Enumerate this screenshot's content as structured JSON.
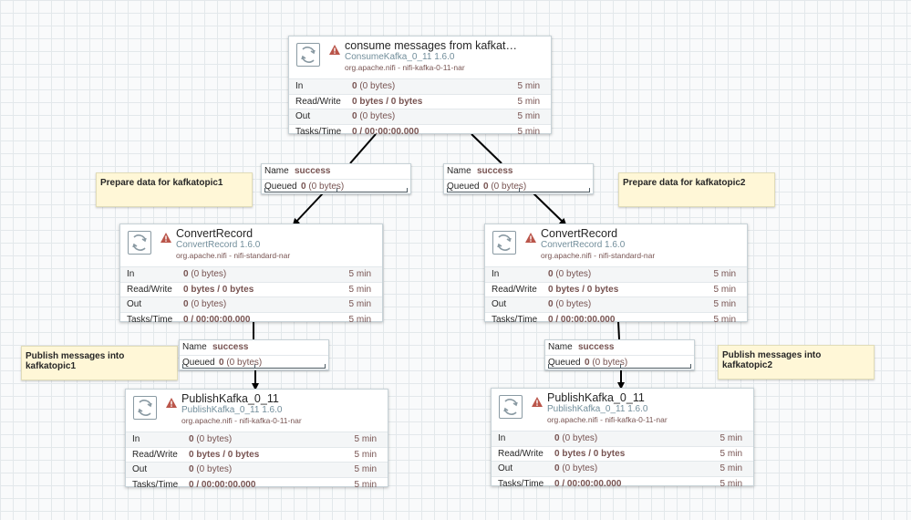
{
  "processors": [
    {
      "title": "consume messages from kafkat…",
      "type": "ConsumeKafka_0_11 1.6.0",
      "bundle": "org.apache.nifi - nifi-kafka-0-11-nar",
      "in_count": "0",
      "in_size": "(0 bytes)",
      "in_time": "5 min",
      "rw_value": "0 bytes / 0 bytes",
      "rw_time": "5 min",
      "out_count": "0",
      "out_size": "(0 bytes)",
      "out_time": "5 min",
      "tasks_value": "0 / 00:00:00.000",
      "tasks_time": "5 min"
    },
    {
      "title": "ConvertRecord",
      "type": "ConvertRecord 1.6.0",
      "bundle": "org.apache.nifi - nifi-standard-nar",
      "in_count": "0",
      "in_size": "(0 bytes)",
      "in_time": "5 min",
      "rw_value": "0 bytes / 0 bytes",
      "rw_time": "5 min",
      "out_count": "0",
      "out_size": "(0 bytes)",
      "out_time": "5 min",
      "tasks_value": "0 / 00:00:00.000",
      "tasks_time": "5 min"
    },
    {
      "title": "ConvertRecord",
      "type": "ConvertRecord 1.6.0",
      "bundle": "org.apache.nifi - nifi-standard-nar",
      "in_count": "0",
      "in_size": "(0 bytes)",
      "in_time": "5 min",
      "rw_value": "0 bytes / 0 bytes",
      "rw_time": "5 min",
      "out_count": "0",
      "out_size": "(0 bytes)",
      "out_time": "5 min",
      "tasks_value": "0 / 00:00:00.000",
      "tasks_time": "5 min"
    },
    {
      "title": "PublishKafka_0_11",
      "type": "PublishKafka_0_11 1.6.0",
      "bundle": "org.apache.nifi - nifi-kafka-0-11-nar",
      "in_count": "0",
      "in_size": "(0 bytes)",
      "in_time": "5 min",
      "rw_value": "0 bytes / 0 bytes",
      "rw_time": "5 min",
      "out_count": "0",
      "out_size": "(0 bytes)",
      "out_time": "5 min",
      "tasks_value": "0 / 00:00:00.000",
      "tasks_time": "5 min"
    },
    {
      "title": "PublishKafka_0_11",
      "type": "PublishKafka_0_11 1.6.0",
      "bundle": "org.apache.nifi - nifi-kafka-0-11-nar",
      "in_count": "0",
      "in_size": "(0 bytes)",
      "in_time": "5 min",
      "rw_value": "0 bytes / 0 bytes",
      "rw_time": "5 min",
      "out_count": "0",
      "out_size": "(0 bytes)",
      "out_time": "5 min",
      "tasks_value": "0 / 00:00:00.000",
      "tasks_time": "5 min"
    }
  ],
  "stat_labels": {
    "in": "In",
    "rw": "Read/Write",
    "out": "Out",
    "tasks": "Tasks/Time"
  },
  "connections": [
    {
      "name_label": "Name",
      "name": "success",
      "queued_label": "Queued",
      "queued_count": "0",
      "queued_size": "(0 bytes)"
    },
    {
      "name_label": "Name",
      "name": "success",
      "queued_label": "Queued",
      "queued_count": "0",
      "queued_size": "(0 bytes)"
    },
    {
      "name_label": "Name",
      "name": "success",
      "queued_label": "Queued",
      "queued_count": "0",
      "queued_size": "(0 bytes)"
    },
    {
      "name_label": "Name",
      "name": "success",
      "queued_label": "Queued",
      "queued_count": "0",
      "queued_size": "(0 bytes)"
    }
  ],
  "labels": [
    "Prepare data for kafkatopic1",
    "Prepare data for kafkatopic2",
    "Publish messages into kafkatopic1",
    "Publish messages into kafkatopic2"
  ],
  "colors": {
    "canvas": "#f9fafb",
    "grid": "#e3e8eb",
    "processor_type": "#728e9b",
    "stat_value": "#775351",
    "warning": "#ba554a",
    "label_bg": "#fff7d7",
    "edge": "#000000"
  }
}
